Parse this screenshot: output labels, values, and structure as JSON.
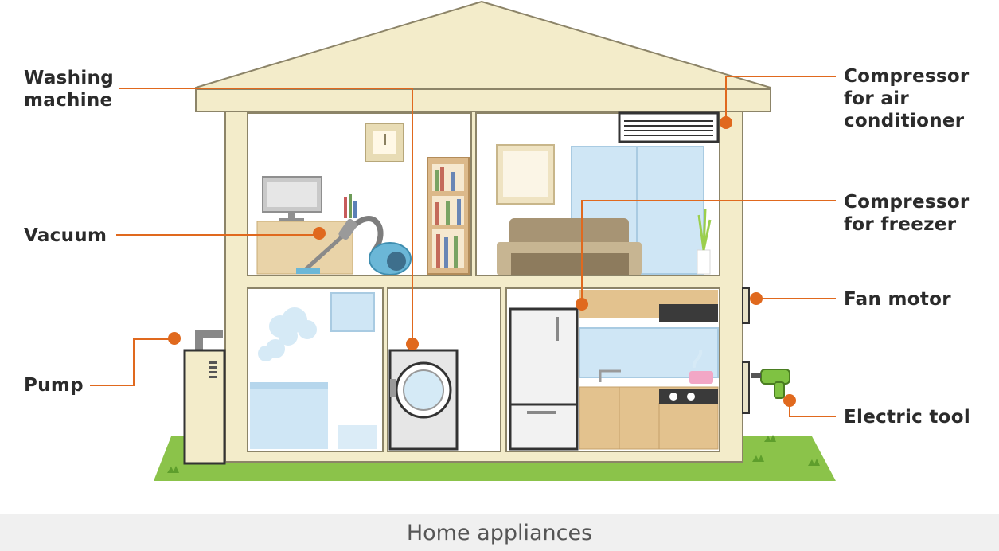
{
  "caption": "Home appliances",
  "colors": {
    "house_wall": "#f3ecca",
    "house_outline": "#8c8468",
    "grass": "#8bc34a",
    "leader_line": "#e0691e",
    "dot": "#e0691e",
    "window_glass": "#cfe6f5",
    "text": "#2b2b2b"
  },
  "labels": {
    "washing_machine": "Washing\nmachine",
    "vacuum": "Vacuum",
    "pump": "Pump",
    "compressor_ac": "Compressor\nfor air\nconditioner",
    "compressor_freezer": "Compressor\nfor freezer",
    "fan_motor": "Fan motor",
    "electric_tool": "Electric tool"
  },
  "icons": [
    "washing-machine-icon",
    "vacuum-icon",
    "water-heater-pump-icon",
    "air-conditioner-icon",
    "refrigerator-icon",
    "fan-motor-icon",
    "electric-drill-icon"
  ]
}
